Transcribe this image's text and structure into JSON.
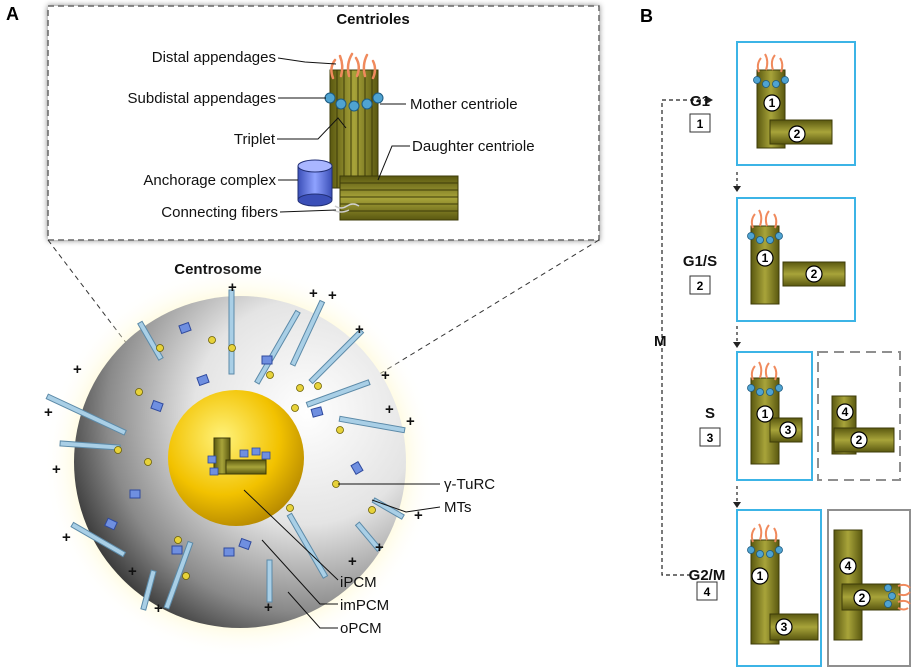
{
  "panels": {
    "a": "A",
    "b": "B"
  },
  "centrioles": {
    "title": "Centrioles",
    "labels": {
      "distal": "Distal appendages",
      "subdistal": "Subdistal appendages",
      "triplet": "Triplet",
      "anchorage": "Anchorage complex",
      "connecting": "Connecting fibers",
      "mother": "Mother centriole",
      "daughter": "Daughter centriole"
    }
  },
  "centrosome": {
    "title": "Centrosome",
    "labels": {
      "gtrc": "γ-TuRC",
      "mts": "MTs",
      "ipcm": "iPCM",
      "impcm": "imPCM",
      "opcm": "oPCM"
    },
    "plus": "+"
  },
  "cycle": {
    "phases": [
      {
        "name": "G1",
        "step": "1"
      },
      {
        "name": "G1/S",
        "step": "2"
      },
      {
        "name": "S",
        "step": "3"
      },
      {
        "name": "G2/M",
        "step": "4"
      }
    ],
    "m_label": "M",
    "centriole_ids": [
      "1",
      "2",
      "3",
      "4"
    ]
  },
  "colors": {
    "centriole": "#7d7a1e",
    "appendage": "#f08a5d",
    "subdistal": "#4fa3d1",
    "cell_box": "#3cb4e6",
    "gray_box": "#8f8f8f",
    "core": "#f2c200",
    "tubule": "#a9cfe6",
    "pcm_block": "#6f8fe0"
  }
}
